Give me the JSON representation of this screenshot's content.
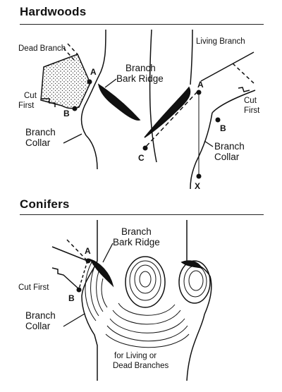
{
  "hardwoods": {
    "title": "Hardwoods",
    "left": {
      "dead_branch": "Dead Branch",
      "cut_first_1": "Cut",
      "cut_first_2": "First",
      "point_a": "A",
      "point_b": "B",
      "branch_bark_ridge_1": "Branch",
      "branch_bark_ridge_2": "Bark Ridge",
      "branch_collar_1": "Branch",
      "branch_collar_2": "Collar"
    },
    "right": {
      "living_branch": "Living Branch",
      "point_a": "A",
      "point_b": "B",
      "point_c": "C",
      "point_x": "X",
      "cut_first_1": "Cut",
      "cut_first_2": "First",
      "branch_collar_1": "Branch",
      "branch_collar_2": "Collar"
    }
  },
  "conifers": {
    "title": "Conifers",
    "branch_bark_ridge_1": "Branch",
    "branch_bark_ridge_2": "Bark Ridge",
    "point_a": "A",
    "point_b": "B",
    "cut_first": "Cut First",
    "branch_collar_1": "Branch",
    "branch_collar_2": "Collar",
    "note_1": "for Living or",
    "note_2": "Dead Branches"
  }
}
